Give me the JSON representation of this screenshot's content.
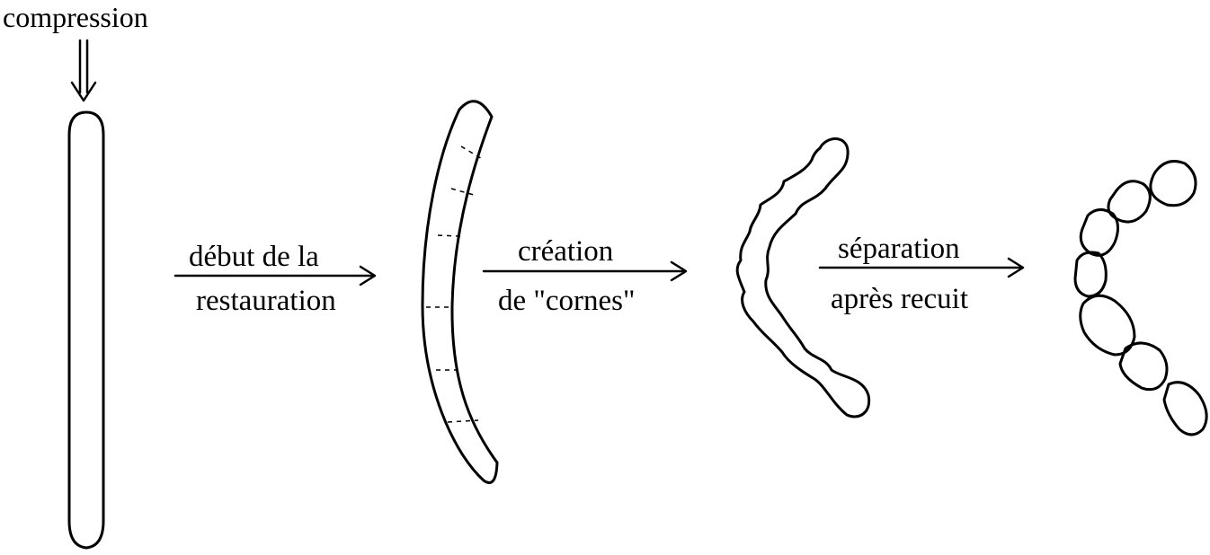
{
  "labels": {
    "compression": "compression",
    "step1_line1": "début de la",
    "step1_line2": "restauration",
    "step2_line1": "création",
    "step2_line2": "de \"cornes\"",
    "step3_line1": "séparation",
    "step3_line2": "après recuit"
  }
}
